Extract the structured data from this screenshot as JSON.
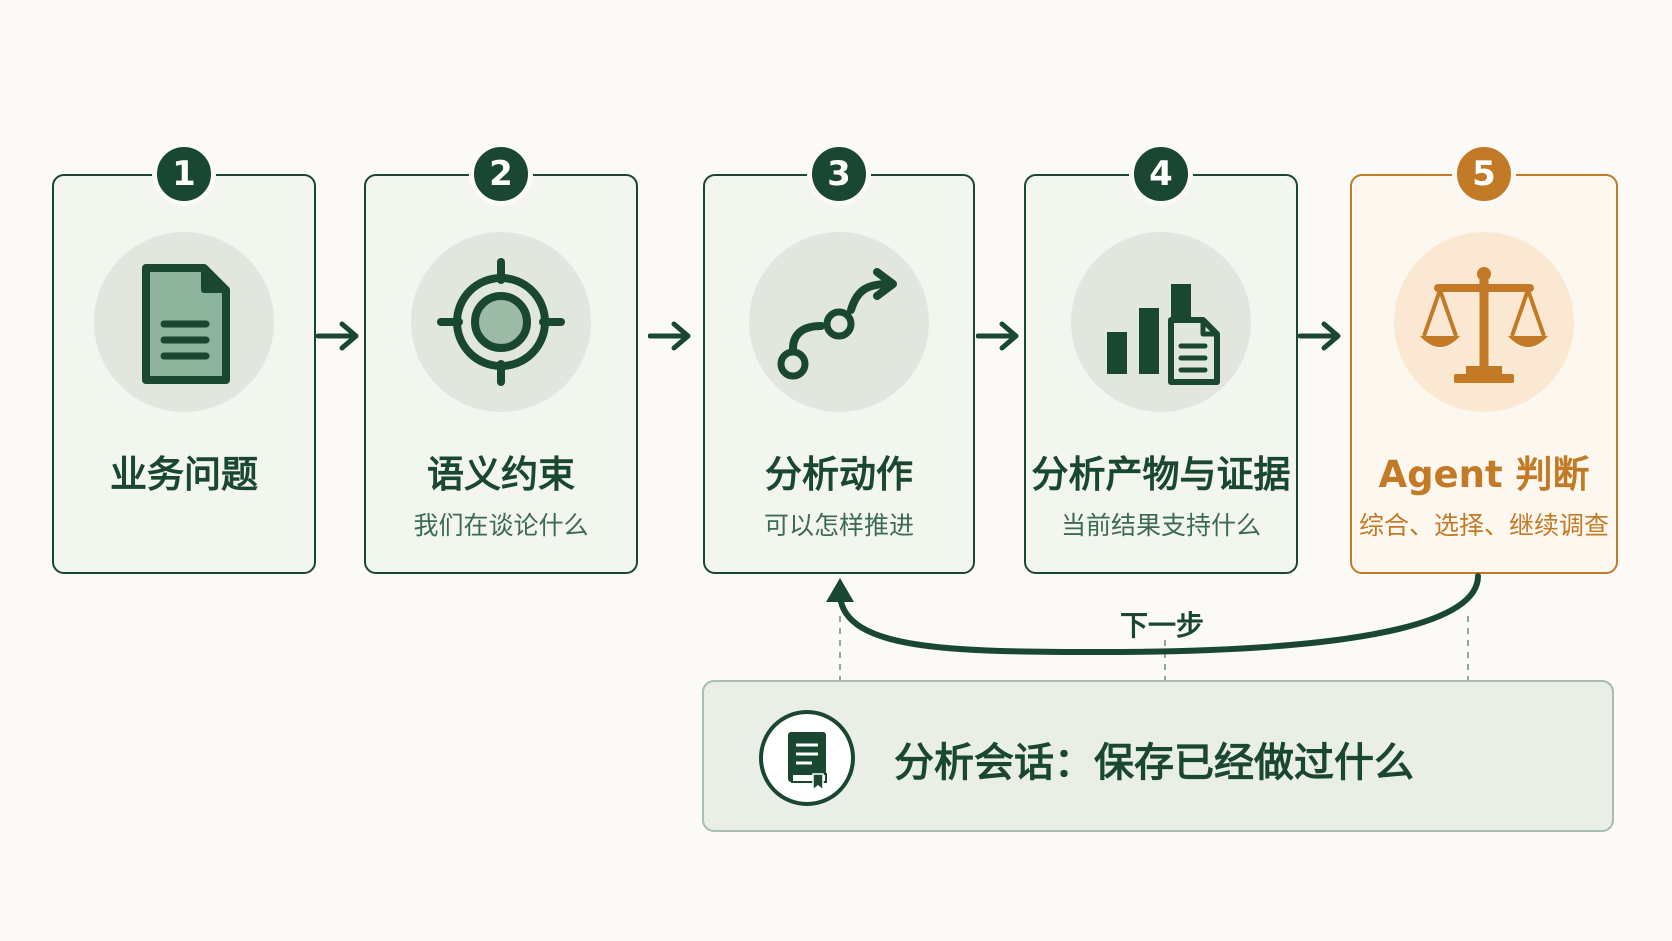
{
  "steps": [
    {
      "number": "1",
      "title": "业务问题",
      "subtitle": "",
      "icon": "document-icon"
    },
    {
      "number": "2",
      "title": "语义约束",
      "subtitle": "我们在谈论什么",
      "icon": "target-icon"
    },
    {
      "number": "3",
      "title": "分析动作",
      "subtitle": "可以怎样推进",
      "icon": "path-arrow-icon"
    },
    {
      "number": "4",
      "title": "分析产物与证据",
      "subtitle": "当前结果支持什么",
      "icon": "chart-document-icon"
    },
    {
      "number": "5",
      "title": "Agent 判断",
      "subtitle": "综合、选择、继续调查",
      "icon": "scales-icon"
    }
  ],
  "loop": {
    "label": "下一步"
  },
  "session": {
    "text": "分析会话：保存已经做过什么",
    "icon": "book-icon"
  },
  "colors": {
    "primary": "#1a4731",
    "accent": "#c27a26",
    "background": "#fbfaf6",
    "card": "#f3f5ef",
    "icon_circle": "#e1e7df"
  }
}
